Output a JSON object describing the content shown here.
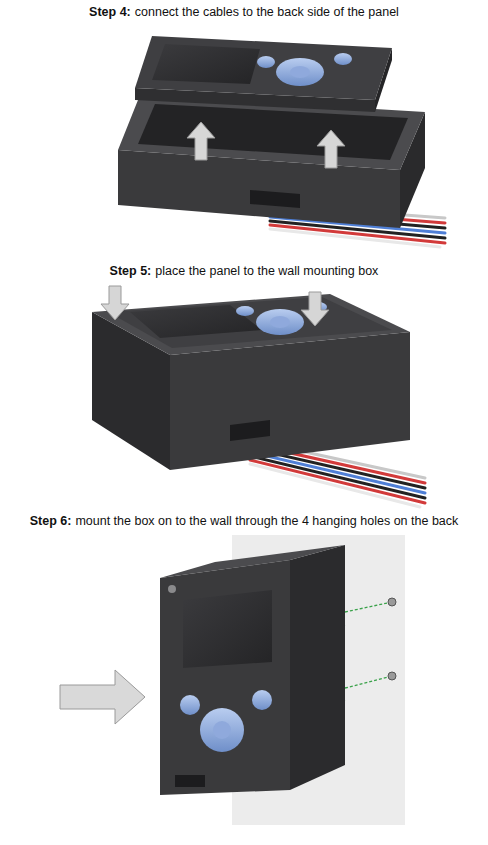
{
  "diagram": {
    "labels": [
      "Step 4:",
      "connect the cables to the back side of the panel",
      "Step 5:",
      "place the panel to the wall mounting box",
      "Step 6:",
      "mount the box on to the wall through the 4 hanging holes on the back"
    ]
  }
}
